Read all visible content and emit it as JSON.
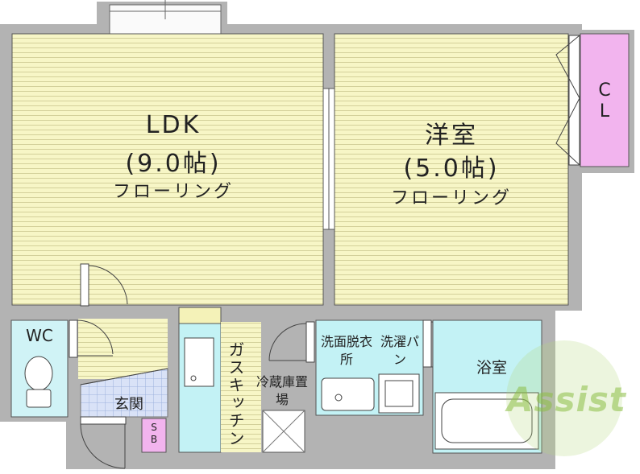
{
  "rooms": {
    "ldk": {
      "name": "LDK",
      "size": "(9.0帖)",
      "floor": "フローリング"
    },
    "western": {
      "name": "洋室",
      "size": "(5.0帖)",
      "floor": "フローリング"
    },
    "closet": {
      "label": "CL"
    },
    "wc": {
      "label": "WC"
    },
    "entrance": {
      "label": "玄関"
    },
    "shoe_box": {
      "label": "SB"
    },
    "kitchen": {
      "label": "ガスキッチン"
    },
    "fridge": {
      "label": "冷蔵庫置場"
    },
    "washroom": {
      "label": "洗面脱衣所"
    },
    "laundry_pan": {
      "label": "洗濯パン"
    },
    "bath": {
      "label": "浴室"
    }
  },
  "watermark": {
    "text": "Assist"
  },
  "colors": {
    "flooring": "#f6f5c0",
    "closet": "#f2b4ee",
    "wet_area": "#c3f2f5",
    "tile": "#d7e1f6",
    "wall": "#b3b3b3"
  }
}
